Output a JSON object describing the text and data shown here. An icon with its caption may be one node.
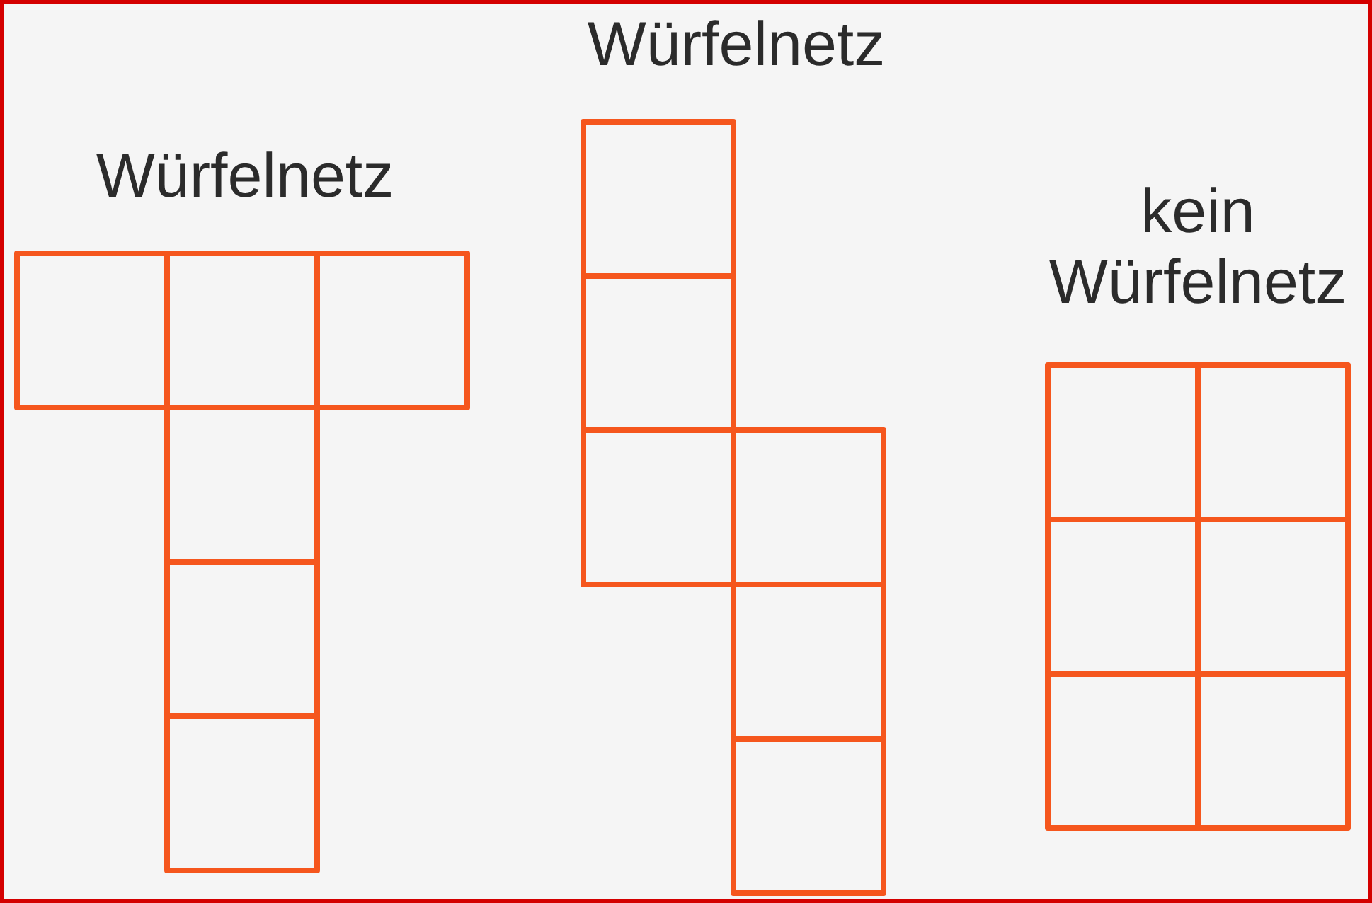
{
  "diagram": {
    "nodes": [
      {
        "text": [
          "Würfelnetz"
        ]
      },
      {
        "text": [],
        "shape": "box",
        "in": 0
      },
      {
        "text": [],
        "shape": "box",
        "in": 0
      },
      {
        "text": [],
        "shape": "box",
        "in": 0
      },
      {
        "text": [],
        "shape": "box",
        "in": 0
      },
      {
        "text": [],
        "shape": "box",
        "in": 0
      },
      {
        "text": [],
        "shape": "box",
        "in": 0
      },
      {
        "text": [
          "Würfelnetz"
        ]
      },
      {
        "text": [],
        "shape": "box",
        "in": 7
      },
      {
        "text": [],
        "shape": "box",
        "in": 7
      },
      {
        "text": [],
        "shape": "box",
        "in": 7
      },
      {
        "text": [],
        "shape": "box",
        "in": 7
      },
      {
        "text": [],
        "shape": "box",
        "in": 7
      },
      {
        "text": [],
        "shape": "box",
        "in": 7
      },
      {
        "text": [
          "kein Würfelnetz"
        ]
      },
      {
        "text": [],
        "shape": "box",
        "in": 14
      },
      {
        "text": [],
        "shape": "box",
        "in": 14
      },
      {
        "text": [],
        "shape": "box",
        "in": 14
      },
      {
        "text": [],
        "shape": "box",
        "in": 14
      },
      {
        "text": [],
        "shape": "box",
        "in": 14
      },
      {
        "text": [],
        "shape": "box",
        "in": 14
      }
    ]
  }
}
